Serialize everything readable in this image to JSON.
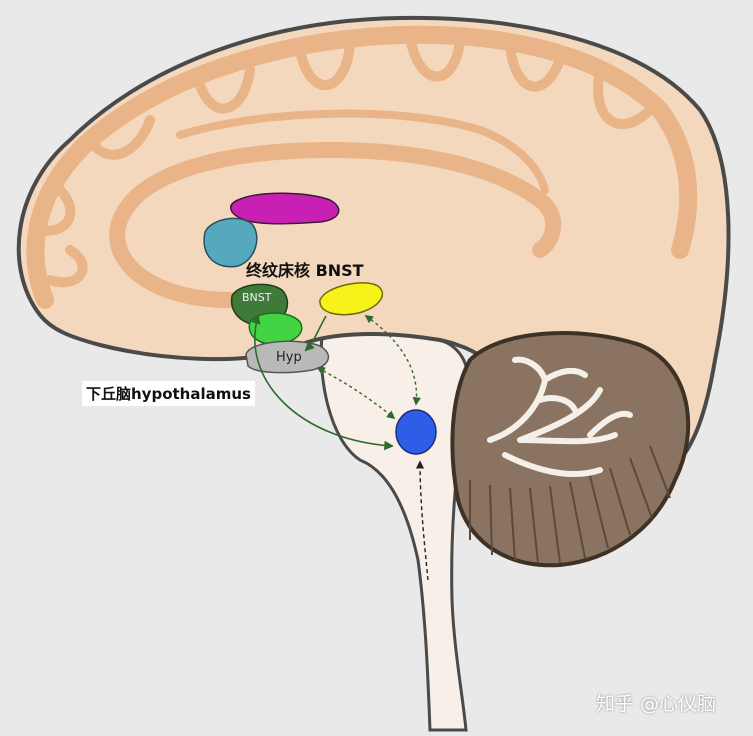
{
  "labels": {
    "bnst_title": "终纹床核 BNST",
    "hypothalamus_title": "下丘脑hypothalamus",
    "bnst_inner": "BNST",
    "hyp_inner": "Hyp"
  },
  "watermark": "知乎 @心仪脑",
  "colors": {
    "background": "#e9e9e9",
    "cortex": "#f4d8be",
    "gyri": "#e9b487",
    "outline": "#4a4a4a",
    "brainstem": "#f7efe8",
    "cerebellum": "#8a7360",
    "magenta": "#c81fb5",
    "teal": "#56a8bf",
    "bnst": "#3f7a3a",
    "green": "#43d443",
    "yellow": "#f6f21a",
    "hyp": "#b9b9b9",
    "blue": "#2f5de8",
    "arrow": "#2f6a2f"
  }
}
